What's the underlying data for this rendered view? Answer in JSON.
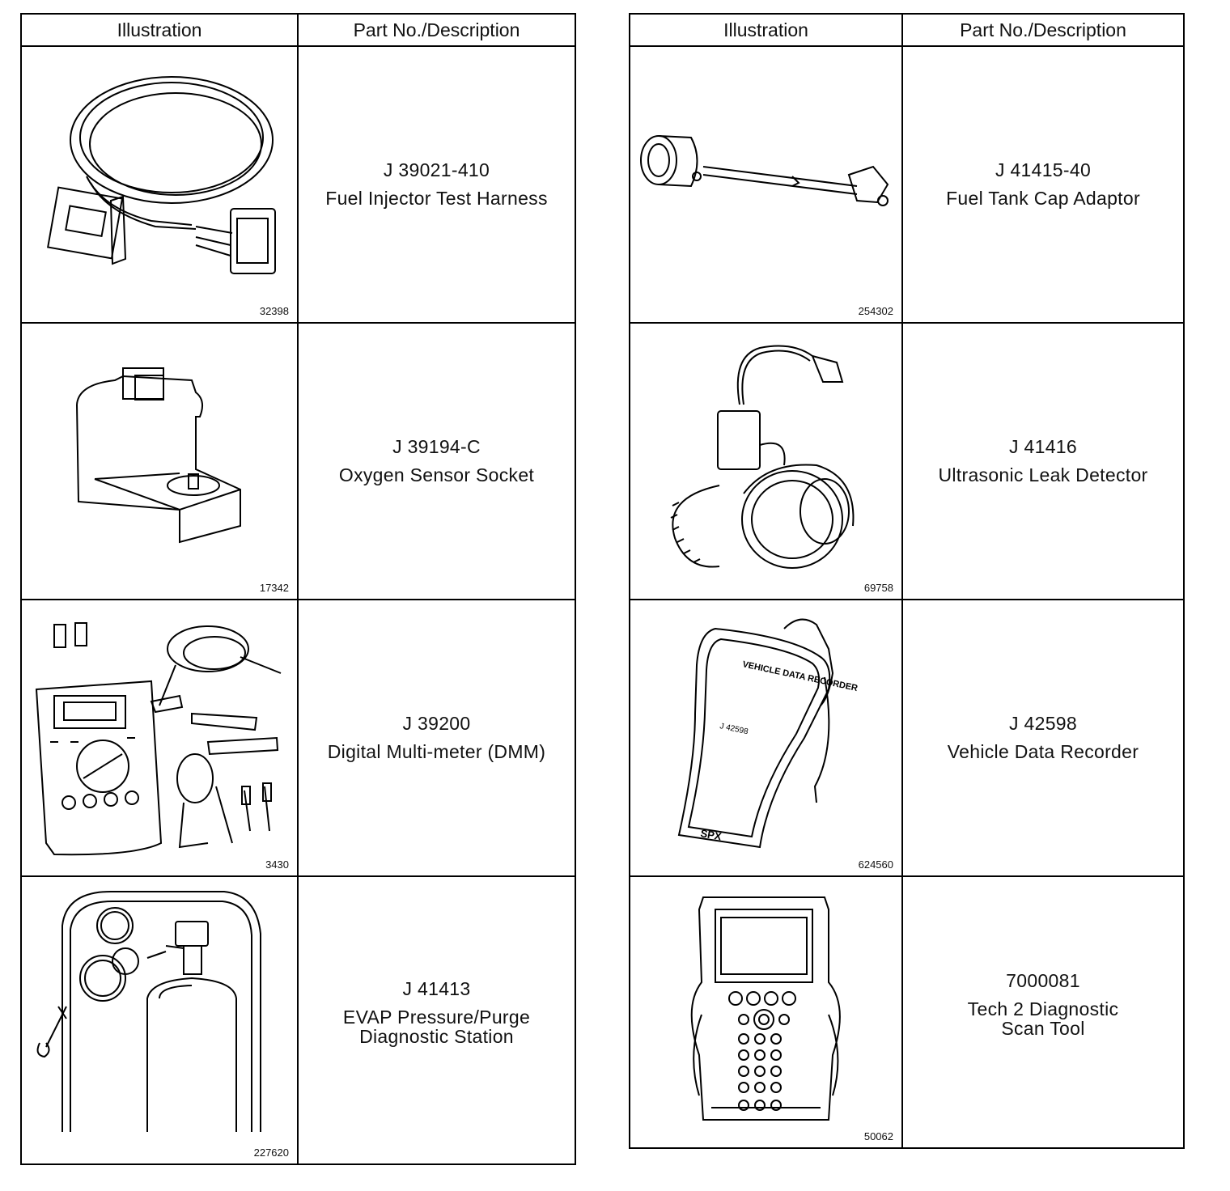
{
  "left_table": {
    "headers": {
      "illustration": "Illustration",
      "part": "Part No./Description"
    },
    "rows": [
      {
        "part_no": "J 39021-410",
        "description": "Fuel Injector Test Harness",
        "figure_no": "32398",
        "icon": "wiring-harness-icon"
      },
      {
        "part_no": "J 39194-C",
        "description": "Oxygen Sensor Socket",
        "figure_no": "17342",
        "icon": "socket-icon"
      },
      {
        "part_no": "J 39200",
        "description": "Digital Multi-meter (DMM)",
        "figure_no": "3430",
        "icon": "multimeter-icon"
      },
      {
        "part_no": "J 41413",
        "description": "EVAP Pressure/Purge\nDiagnostic Station",
        "figure_no": "227620",
        "icon": "gas-cylinder-cart-icon"
      }
    ]
  },
  "right_table": {
    "headers": {
      "illustration": "Illustration",
      "part": "Part No./Description"
    },
    "rows": [
      {
        "part_no": "J 41415-40",
        "description": "Fuel Tank Cap Adaptor",
        "figure_no": "254302",
        "icon": "cap-adaptor-icon"
      },
      {
        "part_no": "J 41416",
        "description": "Ultrasonic Leak Detector",
        "figure_no": "69758",
        "icon": "headphones-detector-icon"
      },
      {
        "part_no": "J 42598",
        "description": "Vehicle Data Recorder",
        "figure_no": "624560",
        "icon": "data-recorder-icon"
      },
      {
        "part_no": "7000081",
        "description": "Tech 2 Diagnostic\nScan Tool",
        "figure_no": "50062",
        "icon": "scan-tool-icon"
      }
    ]
  },
  "device_labels": {
    "recorder_title": "VEHICLE DATA RECORDER",
    "recorder_part": "J 42598",
    "recorder_brand": "SPX"
  }
}
